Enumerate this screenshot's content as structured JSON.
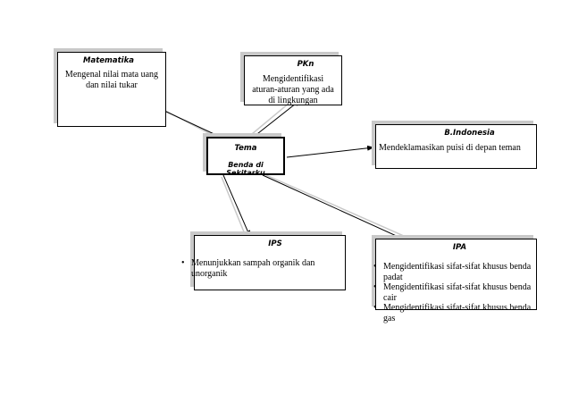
{
  "center": {
    "title": "Tema",
    "subtitle": "Benda di Sekitarku"
  },
  "subjects": [
    {
      "id": "matematika",
      "title": "Matematika",
      "text": "Mengenal nilai mata uang dan nilai tukar"
    },
    {
      "id": "pkn",
      "title": "PKn",
      "text": "Mengidentifikasi aturan-aturan yang ada di lingkungan"
    },
    {
      "id": "bindonesia",
      "title": "B.Indonesia",
      "text": "Mendeklamasikan puisi di depan teman"
    },
    {
      "id": "ips",
      "title": "IPS",
      "bullets": [
        "Menunjukkan sampah organik dan unorganik"
      ]
    },
    {
      "id": "ipa",
      "title": "IPA",
      "bullets": [
        "Mengidentifikasi sifat-sifat khusus benda padat",
        "Mengidentifikasi sifat-sifat khusus benda cair",
        "Mengidentifikasi sifat-sifat khusus benda gas"
      ]
    }
  ]
}
